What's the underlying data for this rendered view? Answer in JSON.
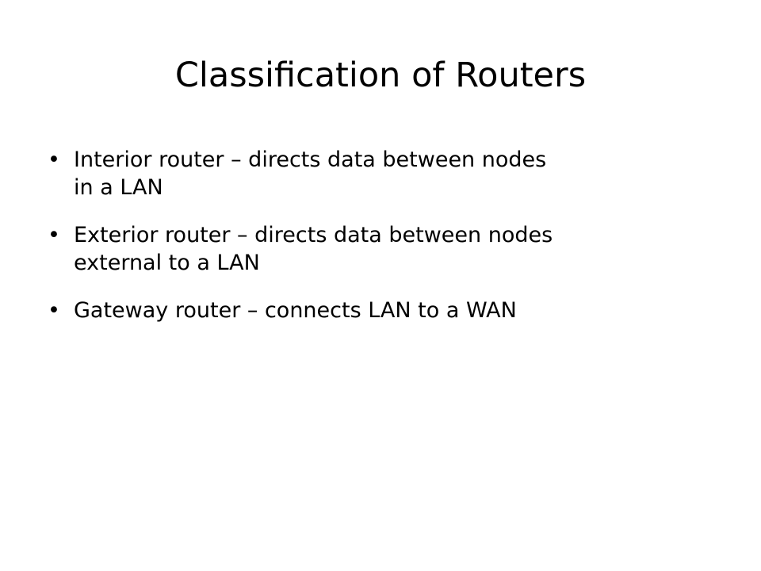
{
  "slide": {
    "title": "Classification of Routers",
    "bullet_symbol": "•",
    "bullets": [
      {
        "lines": [
          "Interior router – directs data between nodes",
          "in a LAN"
        ]
      },
      {
        "lines": [
          "Exterior router – directs data between nodes",
          "external to a LAN"
        ]
      },
      {
        "lines": [
          "Gateway router – connects LAN to a WAN"
        ]
      }
    ]
  }
}
